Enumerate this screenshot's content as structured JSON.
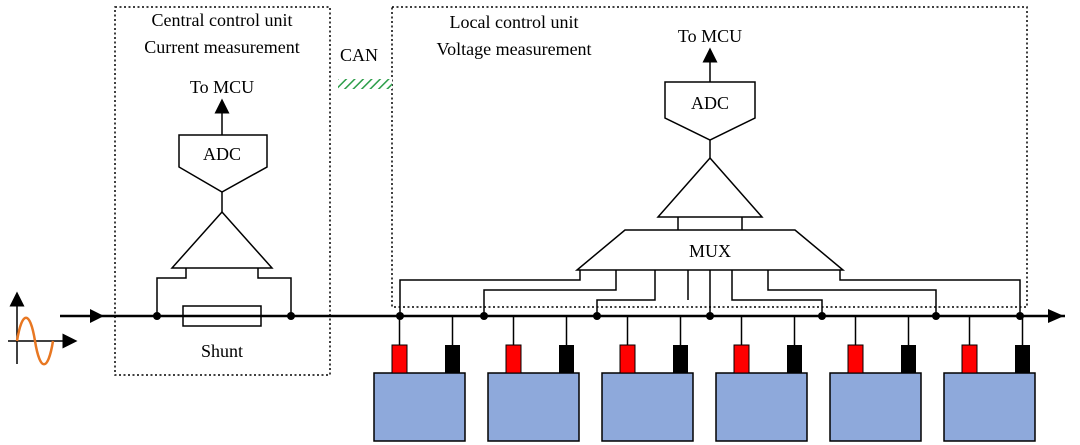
{
  "labels": {
    "central_unit_line1": "Central control unit",
    "central_unit_line2": "Current measurement",
    "local_unit_line1": "Local control unit",
    "local_unit_line2": "Voltage measurement",
    "can": "CAN",
    "to_mcu_central": "To MCU",
    "to_mcu_local": "To MCU",
    "adc_central": "ADC",
    "adc_local": "ADC",
    "mux": "MUX",
    "shunt": "Shunt"
  },
  "colors": {
    "battery_fill": "#8EA9DB",
    "positive_terminal": "#FF0000",
    "negative_terminal": "#000000",
    "sine_wave": "#E87722",
    "can_hatch": "#2E9E4B"
  },
  "battery_count": 6
}
